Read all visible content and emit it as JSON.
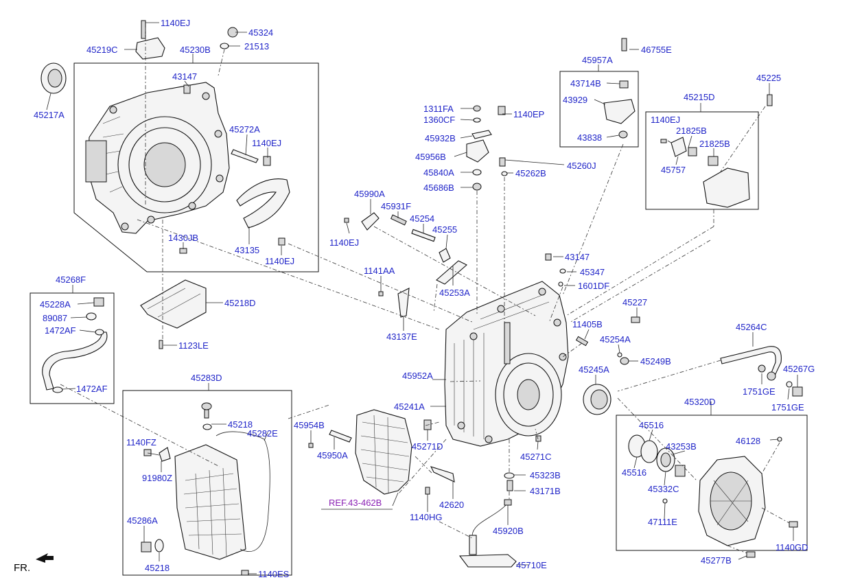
{
  "diagram": {
    "orientation_label": "FR.",
    "reference_label": "REF.43-462B",
    "colors": {
      "label": "#1f24c8",
      "reference": "#8a1fb4",
      "line": "#222222"
    },
    "parts": {
      "p1140EJ_top": "1140EJ",
      "p45324": "45324",
      "p45219C": "45219C",
      "p45230B": "45230B",
      "p21513": "21513",
      "p43147_a": "43147",
      "p45217A": "45217A",
      "p45272A": "45272A",
      "p1140EJ_b": "1140EJ",
      "p1430JB": "1430JB",
      "p43135": "43135",
      "p1140EJ_c": "1140EJ",
      "p45268F": "45268F",
      "p45228A": "45228A",
      "p89087": "89087",
      "p1472AF_a": "1472AF",
      "p1472AF_b": "1472AF",
      "p45218D": "45218D",
      "p1123LE": "1123LE",
      "p45283D": "45283D",
      "p45218_a": "45218",
      "p45282E": "45282E",
      "p1140FZ": "1140FZ",
      "p91980Z": "91980Z",
      "p45286A": "45286A",
      "p45218_b": "45218",
      "p1140ES": "1140ES",
      "p1311FA": "1311FA",
      "p1360CF": "1360CF",
      "p1140EP": "1140EP",
      "p45932B": "45932B",
      "p45956B": "45956B",
      "p45840A": "45840A",
      "p45262B": "45262B",
      "p45260J": "45260J",
      "p45686B": "45686B",
      "p45990A": "45990A",
      "p45931F": "45931F",
      "p45254": "45254",
      "p45255": "45255",
      "p1140EJ_d": "1140EJ",
      "p1141AA": "1141AA",
      "p45253A": "45253A",
      "p43137E": "43137E",
      "p45957A": "45957A",
      "p46755E": "46755E",
      "p43714B": "43714B",
      "p43929": "43929",
      "p43838": "43838",
      "p45225": "45225",
      "p45215D": "45215D",
      "p1140EJ_e": "1140EJ",
      "p21825B_a": "21825B",
      "p21825B_b": "21825B",
      "p45757": "45757",
      "p43147_b": "43147",
      "p45347": "45347",
      "p1601DF": "1601DF",
      "p45227": "45227",
      "p11405B": "11405B",
      "p45254A": "45254A",
      "p45249B": "45249B",
      "p45264C": "45264C",
      "p45267G": "45267G",
      "p1751GE_a": "1751GE",
      "p1751GE_b": "1751GE",
      "p45245A": "45245A",
      "p45952A": "45952A",
      "p45241A": "45241A",
      "p45954B": "45954B",
      "p45950A": "45950A",
      "p45271D": "45271D",
      "p45271C": "45271C",
      "p45323B": "45323B",
      "p43171B": "43171B",
      "p42620": "42620",
      "p1140HG": "1140HG",
      "p45920B": "45920B",
      "p45710E": "45710E",
      "p45320D": "45320D",
      "p45516_a": "45516",
      "p45516_b": "45516",
      "p43253B": "43253B",
      "p46128": "46128",
      "p45332C": "45332C",
      "p47111E": "47111E",
      "p1140GD": "1140GD",
      "p45277B": "45277B"
    }
  }
}
